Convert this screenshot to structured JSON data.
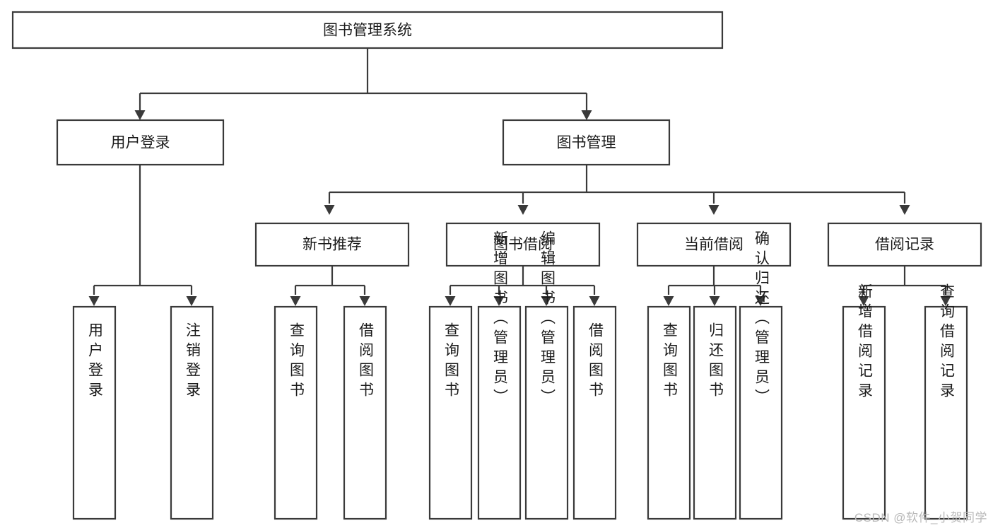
{
  "diagram": {
    "type": "tree-hierarchy",
    "title": "图书管理系统",
    "watermark": "CSDN @软件_小贺同学",
    "colors": {
      "stroke": "#3a3a3a",
      "fill": "#ffffff",
      "text": "#1a1a1a",
      "watermark": "#b9b9b9"
    },
    "levels": {
      "root": {
        "label": "图书管理系统"
      },
      "level2": [
        {
          "label": "用户登录"
        },
        {
          "label": "图书管理"
        }
      ],
      "level3": [
        {
          "label": "新书推荐"
        },
        {
          "label": "图书借阅"
        },
        {
          "label": "当前借阅"
        },
        {
          "label": "借阅记录"
        }
      ],
      "leaves": [
        {
          "label": "用户登录",
          "parent": "用户登录"
        },
        {
          "label": "注销登录",
          "parent": "用户登录"
        },
        {
          "label": "查询图书",
          "parent": "新书推荐"
        },
        {
          "label": "借阅图书",
          "parent": "新书推荐"
        },
        {
          "label": "查询图书",
          "parent": "图书借阅"
        },
        {
          "label": "新增图书（管理员）",
          "parent": "图书借阅"
        },
        {
          "label": "编辑图书（管理员）",
          "parent": "图书借阅"
        },
        {
          "label": "借阅图书",
          "parent": "图书借阅"
        },
        {
          "label": "查询图书",
          "parent": "当前借阅"
        },
        {
          "label": "归还图书",
          "parent": "当前借阅"
        },
        {
          "label": "确认归还（管理员）",
          "parent": "当前借阅"
        },
        {
          "label": "新增借阅记录",
          "parent": "借阅记录"
        },
        {
          "label": "查询借阅记录",
          "parent": "借阅记录"
        }
      ]
    }
  }
}
